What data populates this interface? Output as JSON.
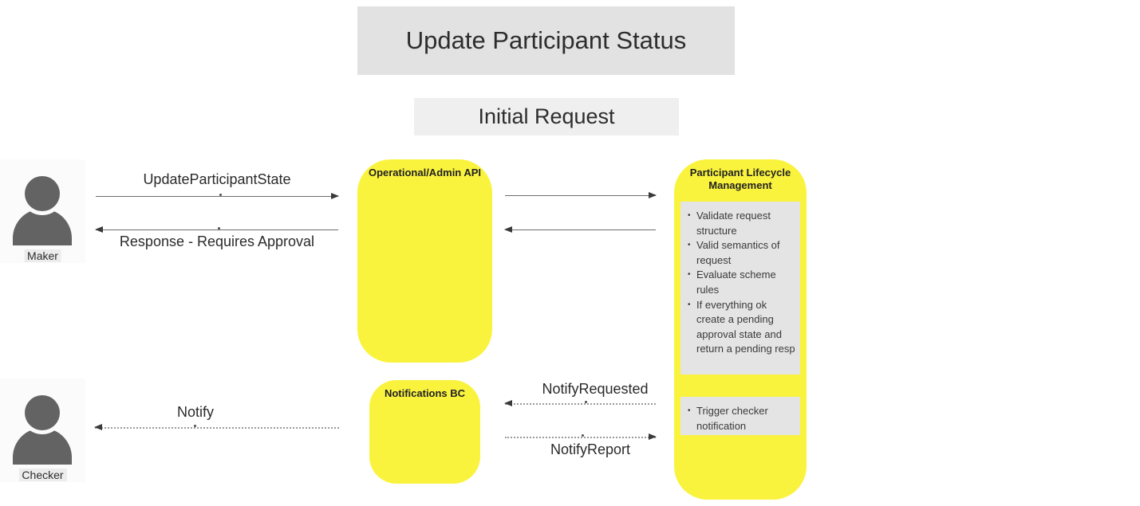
{
  "diagram": {
    "title": "Update Participant Status",
    "subtitle": "Initial Request"
  },
  "actors": {
    "maker": {
      "label": "Maker"
    },
    "checker": {
      "label": "Checker"
    }
  },
  "components": {
    "api": {
      "title": "Operational/Admin API"
    },
    "plm": {
      "title": "Participant Lifecycle Management",
      "validation_steps": [
        "Validate request structure",
        "Valid semantics of request",
        "Evaluate scheme rules",
        "If everything ok create a pending approval state and return a pending resp"
      ],
      "notification_steps": [
        "Trigger checker notification"
      ]
    },
    "notifications": {
      "title": "Notifications BC"
    }
  },
  "messages": {
    "update_participant_state": "UpdateParticipantState",
    "response_requires_approval": "Response - Requires Approval",
    "notify_requested": "NotifyRequested",
    "notify_report": "NotifyReport",
    "notify": "Notify"
  },
  "colors": {
    "component_fill": "#FAF33E",
    "panel_fill": "#E4E4E4",
    "title_banner_fill": "#E2E2E2",
    "subtitle_banner_fill": "#EFEFEF",
    "actor_fill": "#FBFBFB",
    "actor_icon": "#636363",
    "solid_line": "#6E6E6E",
    "dotted_line": "#9B9B9B",
    "text": "#2D2D2D"
  }
}
